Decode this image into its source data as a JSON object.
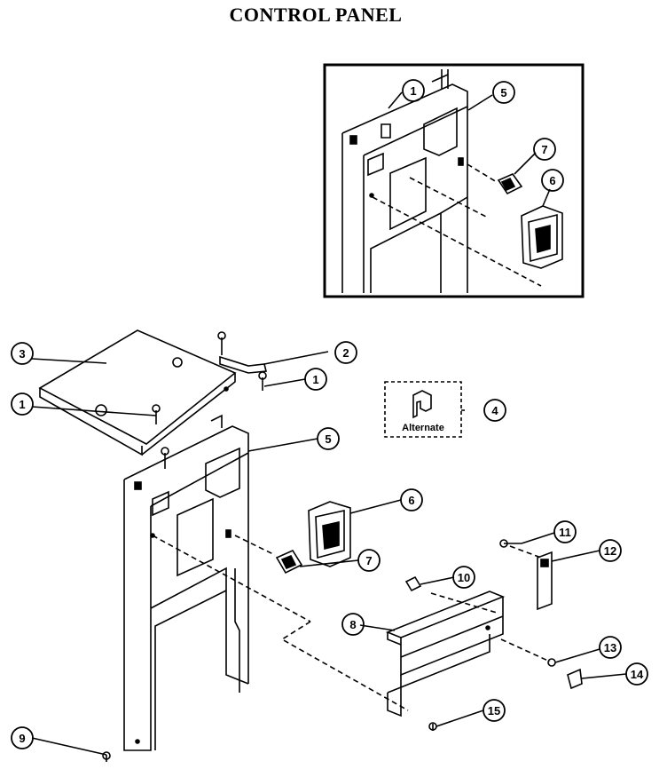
{
  "title": "CONTROL PANEL",
  "alternate_label": "Alternate",
  "callouts": {
    "inset_1": "1",
    "inset_5": "5",
    "inset_7": "7",
    "inset_6": "6",
    "c3": "3",
    "c2": "2",
    "c1a": "1",
    "c1b": "1",
    "c4": "4",
    "c5": "5",
    "c6": "6",
    "c7": "7",
    "c8": "8",
    "c9": "9",
    "c10": "10",
    "c11": "11",
    "c12": "12",
    "c13": "13",
    "c14": "14",
    "c15": "15"
  }
}
